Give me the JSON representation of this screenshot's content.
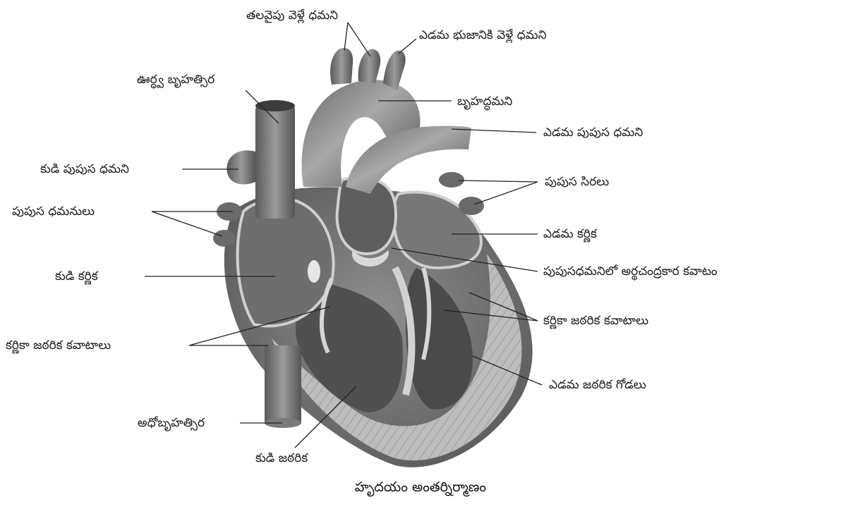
{
  "caption": "హృదయం అంతర్నిర్మాణం",
  "labels": {
    "head_artery": "తలవైపు వెళ్లే ధమని",
    "left_arm_artery": "ఎడమ భుజానికి వెళ్లే ధమని",
    "superior_vena_cava": "ఊర్ధ్వ బృహత్సిర",
    "aorta": "బృహద్ధమని",
    "left_pulmonary_artery": "ఎడమ పుపుస ధమని",
    "right_pulmonary_artery": "కుడి పుపుస ధమని",
    "pulmonary_veins_right": "పుపుస సిరలు",
    "pulmonary_arteries_left": "పుపుస ధమనులు",
    "left_atrium": "ఎడమ కర్ణిక",
    "pulmonary_semilunar_valve": "పుపుసధమనిలో అర్థచంద్రకార కవాటం",
    "right_atrium": "కుడి కర్ణిక",
    "av_valves_right": "కర్ణికా జఠరిక కవాటాలు",
    "av_valves_left": "కర్ణికా జఠరిక కవాటాలు",
    "left_ventricle_wall": "ఎడమ జఠరిక గోడలు",
    "inferior_vena_cava": "అధోబృహత్సిర",
    "right_ventricle": "కుడి జఠరిక"
  }
}
